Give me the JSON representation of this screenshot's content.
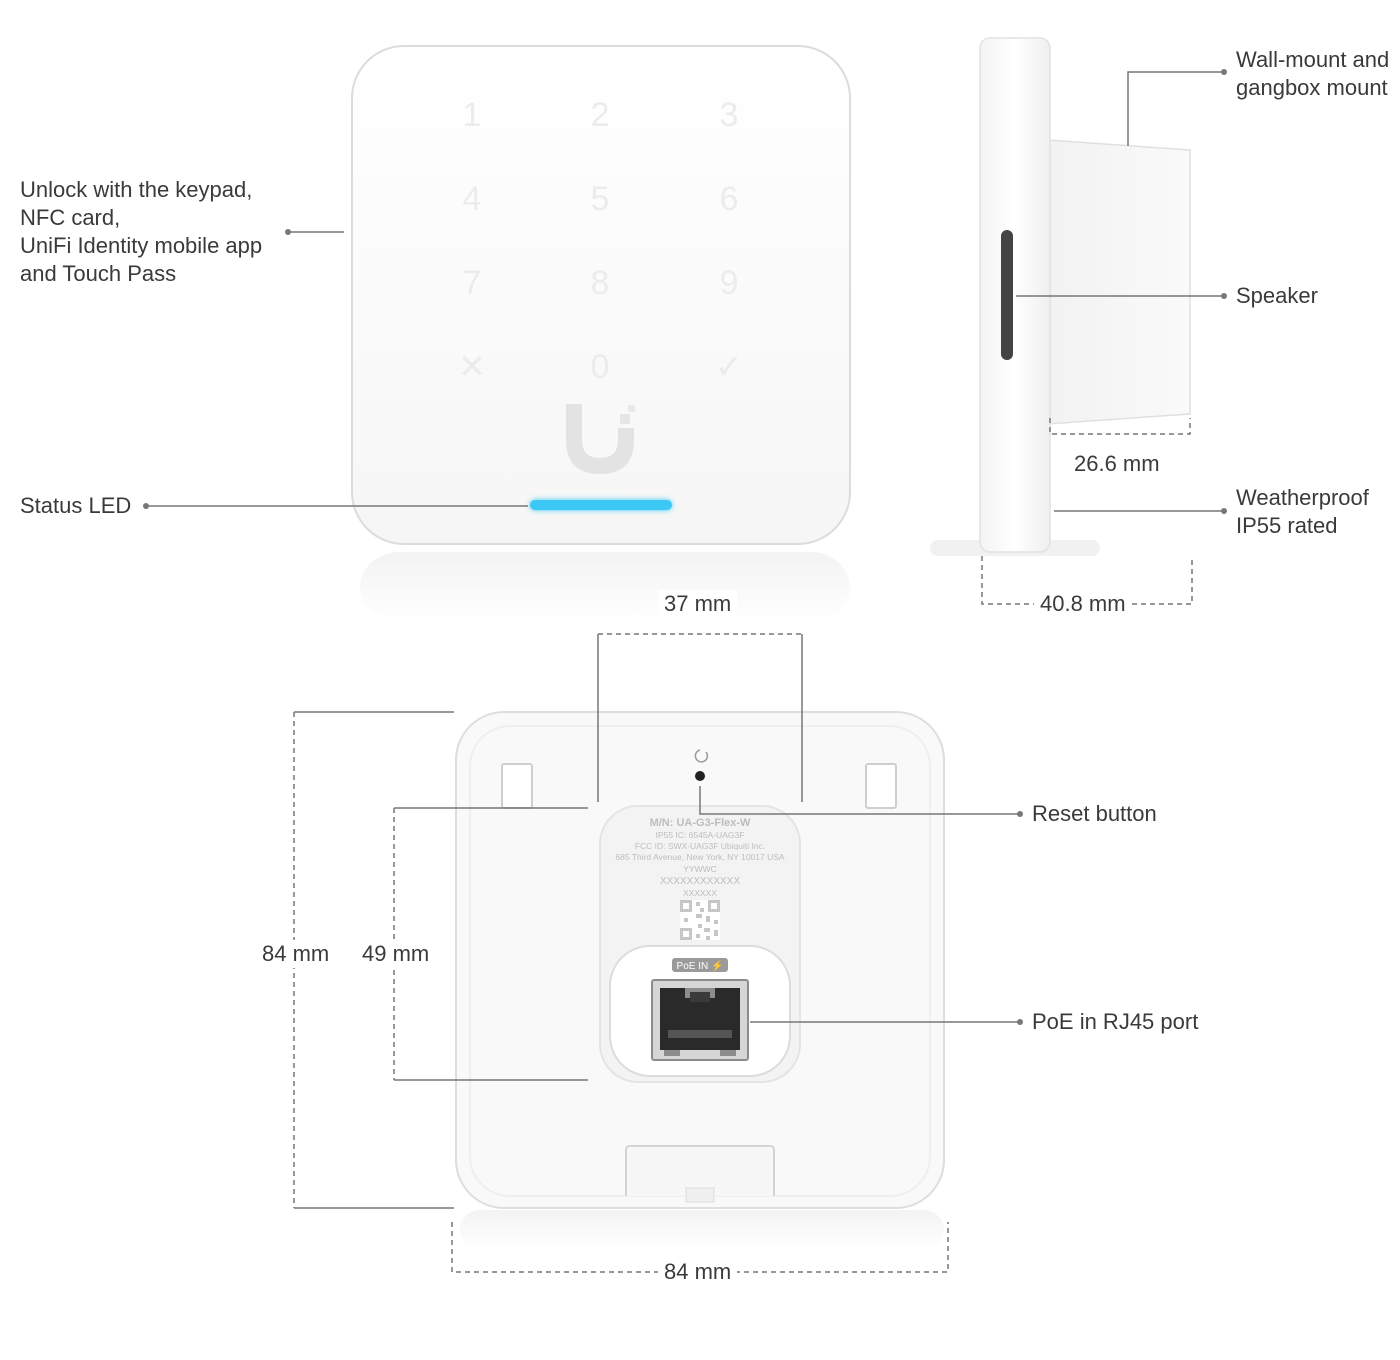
{
  "callouts": {
    "unlock": [
      "Unlock with the keypad,",
      "NFC card,",
      "UniFi Identity mobile app",
      "and Touch Pass"
    ],
    "status_led": "Status LED",
    "wall_mount": [
      "Wall-mount and",
      "gangbox mount"
    ],
    "speaker": "Speaker",
    "weatherproof": [
      "Weatherproof",
      "IP55 rated"
    ],
    "reset_button": "Reset button",
    "poe_port": "PoE in RJ45 port"
  },
  "dimensions": {
    "depth_body": "26.6 mm",
    "depth_total": "40.8 mm",
    "mount_width": "37 mm",
    "height_total": "84 mm",
    "mount_height": "49 mm",
    "width_total": "84 mm"
  },
  "keypad": {
    "keys": [
      "1",
      "2",
      "3",
      "4",
      "5",
      "6",
      "7",
      "8",
      "9",
      "✕",
      "0",
      "✓"
    ]
  },
  "back_label": {
    "model": "M/N: UA-G3-Flex-W",
    "lines": [
      "IP55    IC: 6545A-UAG3F",
      "FCC ID: SWX-UAG3F    Ubiquiti Inc.",
      "685 Third Avenue, New York, NY 10017 USA",
      "YYWWC",
      "XXXXXXXXXXXX",
      "XXXXXX"
    ],
    "poe_tag": "PoE IN ⚡"
  },
  "colors": {
    "led": "#3cc8f4",
    "device": "#fbfbfb",
    "leader": "#777777"
  }
}
